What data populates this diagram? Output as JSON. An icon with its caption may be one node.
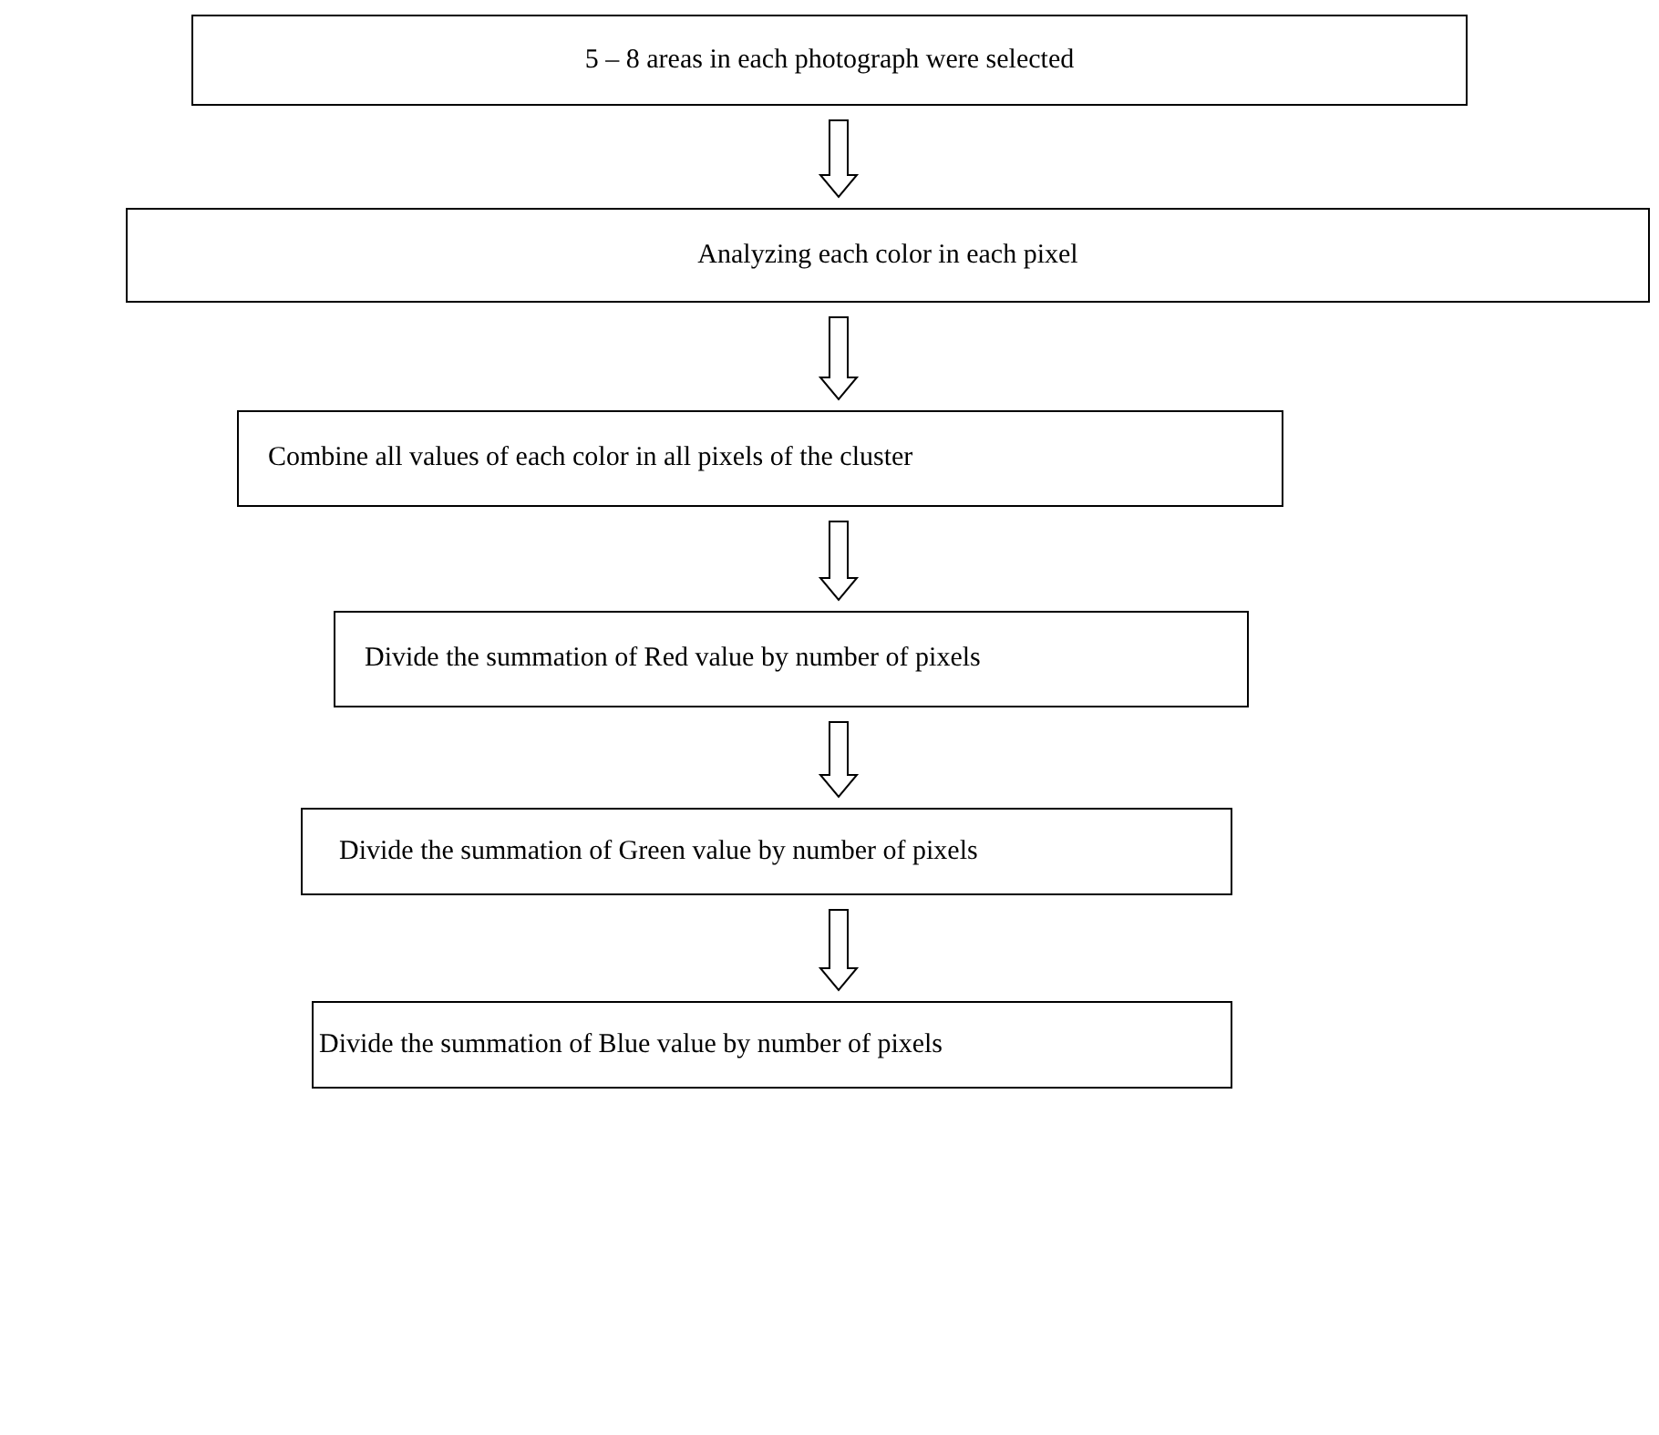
{
  "diagram": {
    "nodes": [
      {
        "text": [
          "5 – 8 areas in each photograph were selected"
        ]
      },
      {
        "text": [
          "Analyzing each color in each pixel"
        ]
      },
      {
        "text": [
          "Combine all values of each color in all pixels of the cluster"
        ]
      },
      {
        "text": [
          "Divide the summation of Red value by number of pixels"
        ]
      },
      {
        "text": [
          "Divide the summation of Green value by number of pixels"
        ]
      },
      {
        "text": [
          "Divide the summation of Blue value by number of pixels"
        ]
      }
    ],
    "edges": [
      {
        "from": 0,
        "to": 1,
        "arrow": "to"
      },
      {
        "from": 1,
        "to": 2,
        "arrow": "to"
      },
      {
        "from": 2,
        "to": 3,
        "arrow": "to"
      },
      {
        "from": 3,
        "to": 4,
        "arrow": "to"
      },
      {
        "from": 4,
        "to": 5,
        "arrow": "to"
      }
    ]
  }
}
